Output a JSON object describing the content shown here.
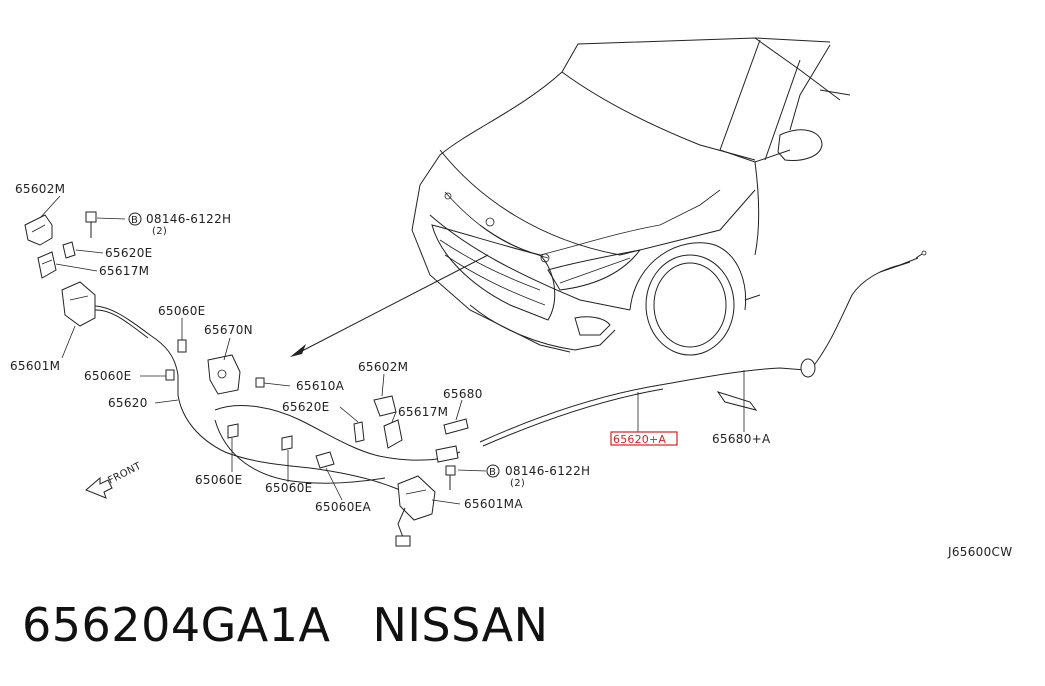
{
  "labels": {
    "l_65602M_a": "65602M",
    "l_bolt_a": "08146-6122H",
    "l_bolt_a_qty": "(2)",
    "l_65620E_a": "65620E",
    "l_65617M_a": "65617M",
    "l_65601M": "65601M",
    "l_65060E_a": "65060E",
    "l_65670N": "65670N",
    "l_65060E_b": "65060E",
    "l_65610A": "65610A",
    "l_65620": "65620",
    "l_65602M_b": "65602M",
    "l_65620E_b": "65620E",
    "l_65617M_b": "65617M",
    "l_65680": "65680",
    "l_65620A": "65620+A",
    "l_65680A": "65680+A",
    "l_bolt_b": "08146-6122H",
    "l_bolt_b_qty": "(2)",
    "l_65060E_c": "65060E",
    "l_65060E_d": "65060E",
    "l_65060EA": "65060EA",
    "l_65601MA": "65601MA",
    "l_front": "FRONT",
    "l_code": "J65600CW",
    "bolt_mark": "B"
  },
  "caption": {
    "part_number": "656204GA1A",
    "brand": "NISSAN"
  },
  "colors": {
    "highlight": "#d22222",
    "line": "#222222"
  }
}
